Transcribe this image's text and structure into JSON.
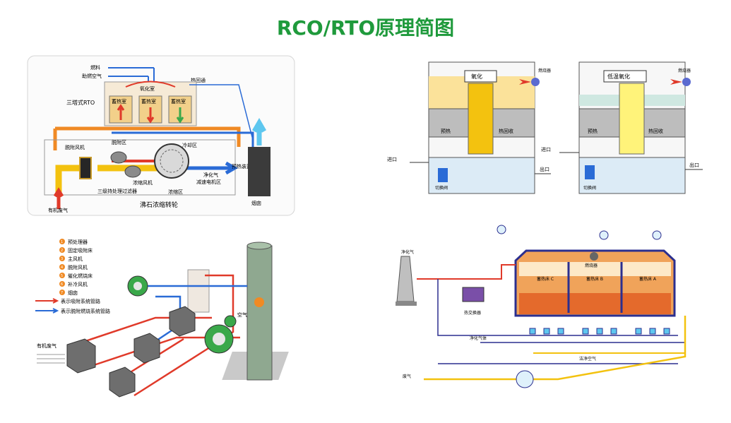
{
  "title": "RCO/RTO原理简图",
  "colors": {
    "title": "#1f9a3c",
    "red": "#e03a2a",
    "blue": "#2a6bd6",
    "yellow": "#f3c20f",
    "orange": "#f08a24",
    "navy": "#2b2f8f"
  },
  "top_left": {
    "fuel": "燃料",
    "combustion_air": "助燃空气",
    "three_tower_rto": "三塔式RTO",
    "oxidation_chamber": "氧化室",
    "regen_chamber": "蓄热室",
    "heat_recovery": "热回通",
    "desorption_fan": "脱附风机",
    "desorption_zone": "脱附区",
    "cooling_zone": "冷却区",
    "purified_gas": "净化气",
    "preheat_device": "预热装置",
    "concentration_fan": "浓缩风机",
    "three_stage_filter": "三级持处理过滤器",
    "adsorption_zone": "浓缩区",
    "speed_motor": "减速电机区",
    "organic_waste_gas": "有机废气",
    "zeolite_wheel": "沸石浓缩转轮",
    "chimney": "烟囱"
  },
  "top_right": {
    "left_unit": {
      "oxidation": "氧化",
      "burner": "燃烧器",
      "preheat": "预热",
      "heat_recover": "热回收",
      "inlet": "进口",
      "outlet": "出口",
      "bottom": "切换阀"
    },
    "right_unit": {
      "oxidation": "低温氧化",
      "burner": "燃烧器",
      "preheat": "预热",
      "heat_recover": "热回收",
      "inlet": "进口",
      "outlet": "出口",
      "bottom": "切换阀"
    }
  },
  "bottom_left": {
    "legend": [
      "预处理器",
      "固定吸附床",
      "主风机",
      "脱附风机",
      "催化燃烧床",
      "补冷风机",
      "烟囱"
    ],
    "legend_numbers": [
      "1",
      "2",
      "3",
      "4",
      "5",
      "6",
      "7"
    ],
    "line_adsorb": "表示吸附系统管路",
    "line_desorb": "表示脱附燃烧系统管路",
    "air": "空气",
    "organic_gas": "有机废气"
  },
  "bottom_right": {
    "purified_gas": "净化气",
    "heat_exchanger": "热交换器",
    "burner": "燃烧器",
    "chamber_c": "蓄热床 C",
    "chamber_b": "蓄热床 B",
    "chamber_a": "蓄热床 A",
    "waste_gas": "废气",
    "purge_gas": "净化气体",
    "clean_air": "洁净空气"
  }
}
